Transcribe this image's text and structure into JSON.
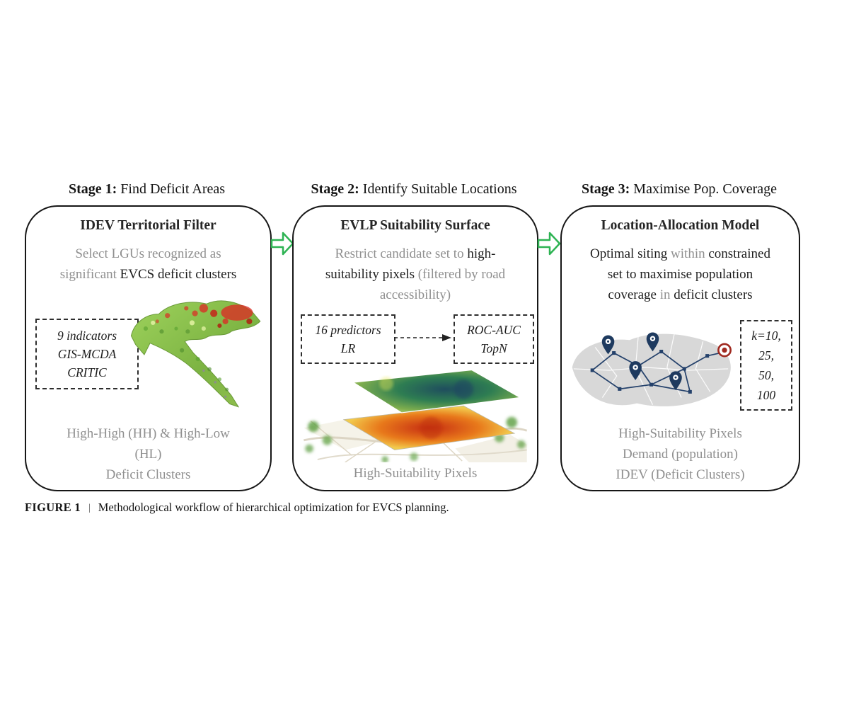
{
  "colors": {
    "arrow_green": "#2eb353",
    "gray_text": "#8f8f8f",
    "dark_text": "#1d1d1d",
    "pin_navy": "#1e3a5f",
    "target_red": "#a02a20",
    "map_green": "#7cb342",
    "cluster_red": "#d93025"
  },
  "stage1": {
    "label_bold": "Stage 1:",
    "label_rest": " Find Deficit Areas",
    "title": "IDEV Territorial Filter",
    "desc_l1": "Select LGUs recognized as",
    "desc_l2a": "significant ",
    "desc_l2b": "EVCS deficit clusters",
    "box_l1": "9 indicators",
    "box_l2": "GIS-MCDA",
    "box_l3": "CRITIC",
    "image": "croatia-deficit-clusters-map",
    "footer_l1": "High-High (HH) & High-Low",
    "footer_l2": "(HL)",
    "footer_l3": "Deficit Clusters"
  },
  "stage2": {
    "label_bold": "Stage 2:",
    "label_rest": " Identify Suitable Locations",
    "title": "EVLP Suitability Surface",
    "desc_l1a": "Restrict candidate set to ",
    "desc_l1b": "high-",
    "desc_l2a": "suitability pixels ",
    "desc_l2b": "(filtered by road",
    "desc_l3": "accessibility)",
    "box1_l1": "16 predictors",
    "box1_l2": "LR",
    "box2_l1": "ROC-AUC",
    "box2_l2": "TopN",
    "image": "suitability-surface-layers",
    "footer_l1": "High-Suitability Pixels"
  },
  "stage3": {
    "label_bold": "Stage 3:",
    "label_rest": " Maximise Pop. Coverage",
    "title": "Location-Allocation Model",
    "desc_l1a": "Optimal siting ",
    "desc_l1b": "within ",
    "desc_l1c": "constrained",
    "desc_l2": "set to maximise population",
    "desc_l3a": "coverage ",
    "desc_l3b": "in ",
    "desc_l3c": "deficit clusters",
    "box_l1": "k=10,",
    "box_l2": "25,",
    "box_l3": "50,",
    "box_l4": "100",
    "image": "location-allocation-network-map",
    "footer_l1": "High-Suitability Pixels",
    "footer_l2": "Demand (population)",
    "footer_l3": "IDEV (Deficit Clusters)"
  },
  "caption": {
    "tag": "FIGURE 1",
    "separator": "|",
    "text": "Methodological workflow of hierarchical optimization for EVCS planning."
  }
}
